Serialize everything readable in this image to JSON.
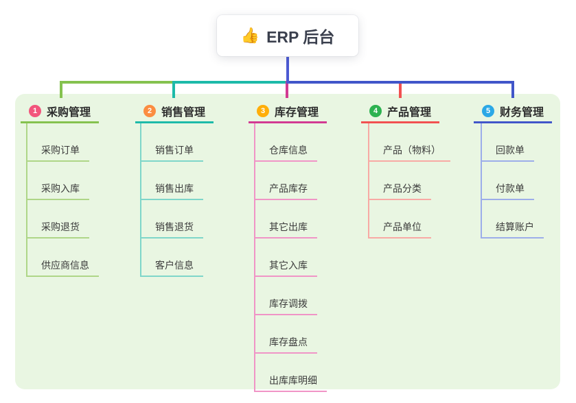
{
  "root": {
    "icon": "👍",
    "label": "ERP 后台",
    "connector_color": "#4c5ad3"
  },
  "branches": [
    {
      "num": "1",
      "label": "采购管理",
      "line_color": "#85c24f",
      "child_line_color": "#aed687",
      "badge_color": "#f2557c",
      "children": [
        "采购订单",
        "采购入库",
        "采购退货",
        "供应商信息"
      ]
    },
    {
      "num": "2",
      "label": "销售管理",
      "line_color": "#1dbaa9",
      "child_line_color": "#7ed6c9",
      "badge_color": "#fb8d41",
      "children": [
        "销售订单",
        "销售出库",
        "销售退货",
        "客户信息"
      ]
    },
    {
      "num": "3",
      "label": "库存管理",
      "line_color": "#d23a92",
      "child_line_color": "#f094c6",
      "badge_color": "#ffae0a",
      "children": [
        "仓库信息",
        "产品库存",
        "其它出库",
        "其它入库",
        "库存调拨",
        "库存盘点",
        "出库库明细"
      ]
    },
    {
      "num": "4",
      "label": "产品管理",
      "line_color": "#f15151",
      "child_line_color": "#f8a9a4",
      "badge_color": "#2db250",
      "children": [
        "产品（物料）",
        "产品分类",
        "产品单位"
      ]
    },
    {
      "num": "5",
      "label": "财务管理",
      "line_color": "#4156c9",
      "child_line_color": "#9cadea",
      "badge_color": "#2ba8e6",
      "children": [
        "回款单",
        "付款单",
        "结算账户"
      ]
    }
  ],
  "canvas_background": "#e9f6e2"
}
